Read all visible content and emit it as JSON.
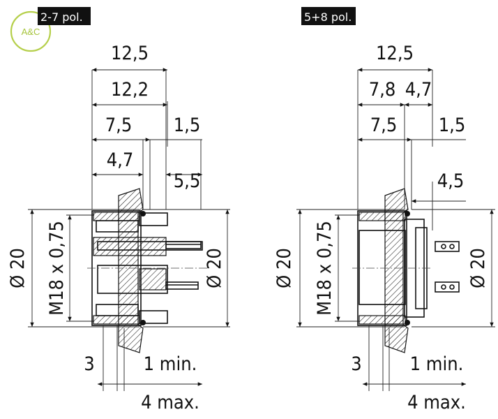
{
  "logo": {
    "text": "A&C"
  },
  "left": {
    "title": "2-7 pol.",
    "dims": {
      "d1": "12,5",
      "d2": "12,2",
      "d3": "7,5",
      "d4": "1,5",
      "d5": "4,7",
      "d6": "5,5",
      "dia_left": "Ø 20",
      "thread": "M18 x 0,75",
      "dia_right": "Ø 20",
      "b1": "3",
      "b2": "1 min.",
      "b3": "4 max."
    }
  },
  "right": {
    "title": "5+8 pol.",
    "dims": {
      "d1": "12,5",
      "d2a": "7,8",
      "d2b": "4,7",
      "d3": "7,5",
      "d4": "1,5",
      "d6": "4,5",
      "dia_left": "Ø 20",
      "thread": "M18 x 0,75",
      "dia_right": "Ø 20",
      "b1": "3",
      "b2": "1 min.",
      "b3": "4 max."
    }
  }
}
